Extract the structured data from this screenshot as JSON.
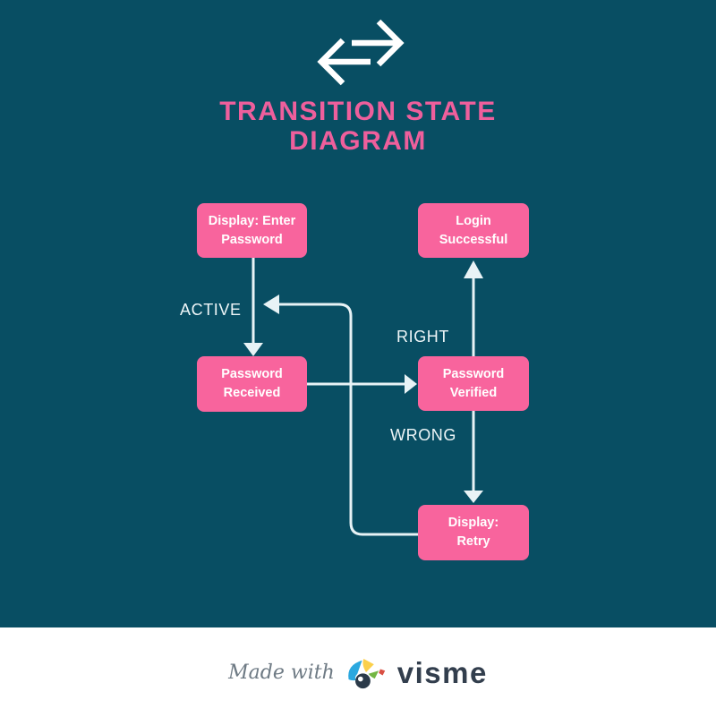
{
  "colors": {
    "background": "#084e63",
    "node_fill": "#f8649d",
    "title_text": "#ee5f9c",
    "connector": "#e8f3f6",
    "edge_label_text": "#eef6f8",
    "footer_background": "#ffffff",
    "made_with_text": "#6e7a84",
    "brand_text": "#323e4d"
  },
  "header": {
    "icon": "transfer-arrows-icon",
    "title_line1": "TRANSITION STATE",
    "title_line2": "DIAGRAM"
  },
  "diagram": {
    "nodes": [
      {
        "id": "display-enter-password",
        "line1": "Display: Enter",
        "line2": "Password"
      },
      {
        "id": "login-successful",
        "line1": "Login",
        "line2": "Successful"
      },
      {
        "id": "password-received",
        "line1": "Password",
        "line2": "Received"
      },
      {
        "id": "password-verified",
        "line1": "Password",
        "line2": "Verified"
      },
      {
        "id": "display-retry",
        "line1": "Display:",
        "line2": "Retry"
      }
    ],
    "labels": [
      {
        "id": "active",
        "text": "ACTIVE"
      },
      {
        "id": "right",
        "text": "RIGHT"
      },
      {
        "id": "wrong",
        "text": "WRONG"
      }
    ],
    "edges": [
      {
        "from": "display-enter-password",
        "to": "password-received",
        "label": "ACTIVE",
        "direction": "down"
      },
      {
        "from": "password-received",
        "to": "password-verified",
        "label": "",
        "direction": "right"
      },
      {
        "from": "password-verified",
        "to": "login-successful",
        "label": "RIGHT",
        "direction": "up"
      },
      {
        "from": "password-verified",
        "to": "display-retry",
        "label": "WRONG",
        "direction": "down"
      },
      {
        "from": "display-retry",
        "to": "active-transition-line",
        "label": "",
        "direction": "left-up-left"
      }
    ]
  },
  "footer": {
    "made_with": "Made with",
    "brand": "visme",
    "logo": "visme-logo-icon"
  }
}
